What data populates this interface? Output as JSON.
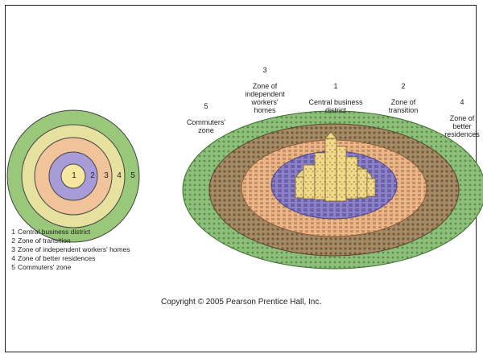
{
  "diagram": {
    "rings": [
      {
        "num": "1",
        "color": "#F6E6A0"
      },
      {
        "num": "2",
        "color": "#A79BD8"
      },
      {
        "num": "3",
        "color": "#F1C39A"
      },
      {
        "num": "4",
        "color": "#E6E19E"
      },
      {
        "num": "5",
        "color": "#99C87A"
      }
    ],
    "legend": [
      {
        "num": "1",
        "label": "Central business district"
      },
      {
        "num": "2",
        "label": "Zone of transition"
      },
      {
        "num": "3",
        "label": "Zone of independent workers' homes"
      },
      {
        "num": "4",
        "label": "Zone of better residences"
      },
      {
        "num": "5",
        "label": "Commuters' zone"
      }
    ],
    "illustration_labels": [
      {
        "num": "5",
        "text": "Commuters'\nzone"
      },
      {
        "num": "3",
        "text": "Zone of\nindependent\nworkers'\nhomes"
      },
      {
        "num": "1",
        "text": "Central business\ndistrict"
      },
      {
        "num": "2",
        "text": "Zone of\ntransition"
      },
      {
        "num": "4",
        "text": "Zone of\nbetter\nresidences"
      }
    ],
    "copyright": "Copyright © 2005 Pearson Prentice Hall, Inc."
  }
}
